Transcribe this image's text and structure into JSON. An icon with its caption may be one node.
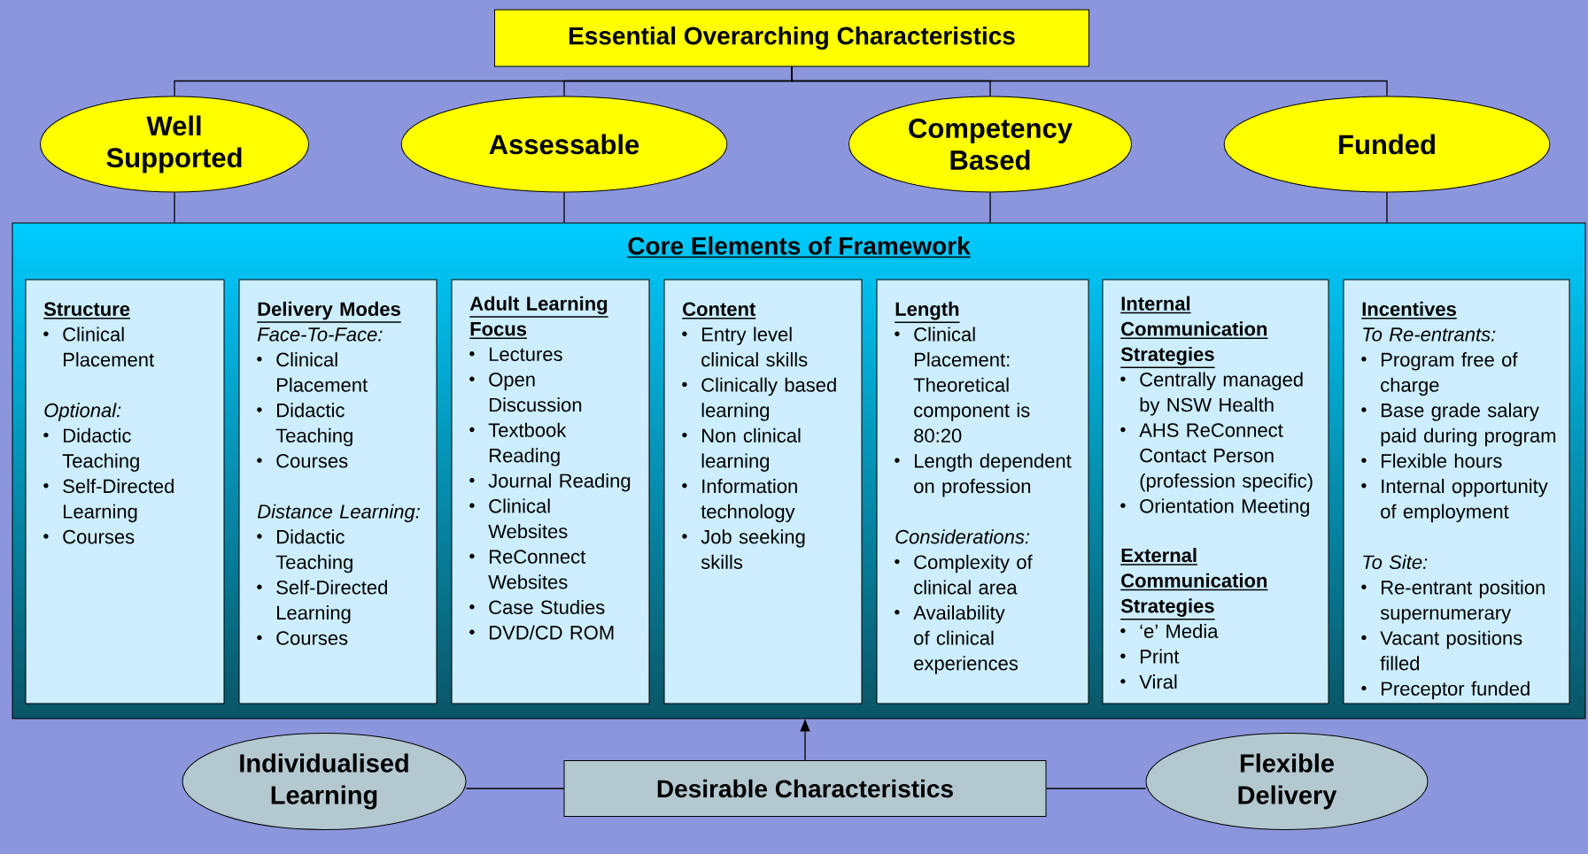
{
  "diagram": {
    "nodes": [
      {
        "text": [
          "Essential Overarching Characteristics"
        ]
      },
      {
        "text": [
          "Well Supported"
        ]
      },
      {
        "text": [
          "Assessable"
        ]
      },
      {
        "text": [
          "Competency Based"
        ]
      },
      {
        "text": [
          "Funded"
        ]
      },
      {
        "text": [
          "Core Elements of Framework"
        ]
      },
      {
        "text": [
          "Structure",
          "Clinical Placement",
          "Optional:",
          "Didactic Teaching",
          "Self-Directed Learning",
          "Courses"
        ],
        "in": 5
      },
      {
        "text": [
          "Delivery Modes",
          "Face-To-Face:",
          "Clinical Placement",
          "Didactic Teaching",
          "Courses",
          "Distance Learning:",
          "Didactic Teaching",
          "Self-Directed Learning",
          "Courses"
        ],
        "in": 5
      },
      {
        "text": [
          "Adult Learning Focus",
          "Lectures",
          "Open Discussion",
          "Textbook Reading",
          "Journal Reading",
          "Clinical Websites",
          "ReConnect Websites",
          "Case Studies",
          "DVD/CD ROM"
        ],
        "in": 5
      },
      {
        "text": [
          "Content",
          "Entry level clinical skills",
          "Clinically based learning",
          "Non clinical learning",
          "Information technology",
          "Job seeking skills"
        ],
        "in": 5
      },
      {
        "text": [
          "Length",
          "Clinical Placement: Theoretical component is 80:20",
          "Length dependent on profession",
          "Considerations:",
          "Complexity of clinical area",
          "Availability of clinical experiences"
        ],
        "in": 5
      },
      {
        "text": [
          "Internal Communication Strategies",
          "Centrally managed by NSW Health",
          "AHS ReConnect Contact Person (profession specific)",
          "Orientation Meeting",
          "External Communication Strategies",
          "‘e’ Media",
          "Print",
          "Viral"
        ],
        "in": 5
      },
      {
        "text": [
          "Incentives",
          "To Re-entrants:",
          "Program free of charge",
          "Base grade salary paid during program",
          "Flexible hours",
          "Internal opportunity of employment",
          "To Site:",
          "Re-entrant position supernumerary",
          "Vacant positions filled",
          "Preceptor funded"
        ],
        "in": 5
      },
      {
        "text": [
          "Individualised Learning"
        ]
      },
      {
        "text": [
          "Desirable Characteristics"
        ]
      },
      {
        "text": [
          "Flexible Delivery"
        ]
      }
    ],
    "edges": [
      {
        "from": 0,
        "to": 1,
        "arrow": "none"
      },
      {
        "from": 0,
        "to": 2,
        "arrow": "none"
      },
      {
        "from": 0,
        "to": 3,
        "arrow": "none"
      },
      {
        "from": 0,
        "to": 4,
        "arrow": "none"
      },
      {
        "from": 1,
        "to": 5,
        "arrow": "none"
      },
      {
        "from": 2,
        "to": 5,
        "arrow": "none"
      },
      {
        "from": 3,
        "to": 5,
        "arrow": "none"
      },
      {
        "from": 4,
        "to": 5,
        "arrow": "none"
      },
      {
        "from": 14,
        "to": 5,
        "arrow": "to"
      },
      {
        "from": 13,
        "to": 14,
        "arrow": "none"
      },
      {
        "from": 15,
        "to": 14,
        "arrow": "none"
      }
    ]
  }
}
